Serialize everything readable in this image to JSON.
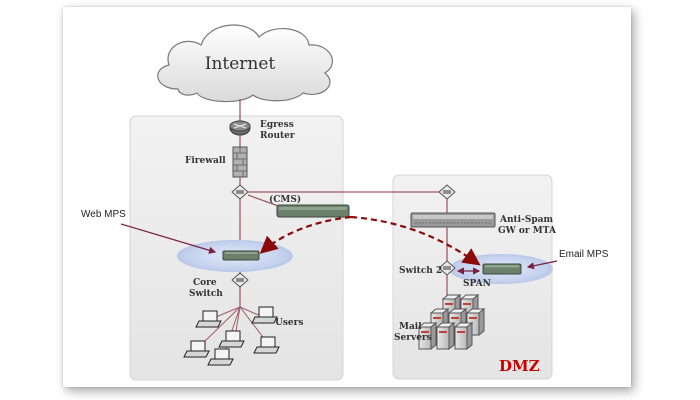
{
  "diagram": {
    "internet_label": "Internet",
    "egress_router_label_line1": "Egress",
    "egress_router_label_line2": "Router",
    "firewall_label": "Firewall",
    "cms_label": "(CMS)",
    "web_mps_label": "Web MPS",
    "core_switch_label_line1": "Core",
    "core_switch_label_line2": "Switch",
    "users_label": "Users",
    "antispam_label_line1": "Anti-Spam",
    "antispam_label_line2": "GW or MTA",
    "email_mps_label": "Email MPS",
    "switch2_label": "Switch 2",
    "span_label": "SPAN",
    "mail_servers_label_line1": "Mail",
    "mail_servers_label_line2": "Servers",
    "dmz_label": "DMZ"
  },
  "colors": {
    "zone_fill": "#ececec",
    "link_line": "#a05a6a",
    "dashed_link": "#8b0a0a",
    "ellipse_fill": "#c9d6f0",
    "dmz_text": "#cc0000",
    "device_body": "#6b7f6b"
  },
  "icons": {
    "router": "router-icon",
    "firewall": "firewall-icon",
    "switch": "switch-icon",
    "appliance": "appliance-icon",
    "laptop": "laptop-icon",
    "server": "server-icon",
    "cloud": "cloud-icon"
  }
}
